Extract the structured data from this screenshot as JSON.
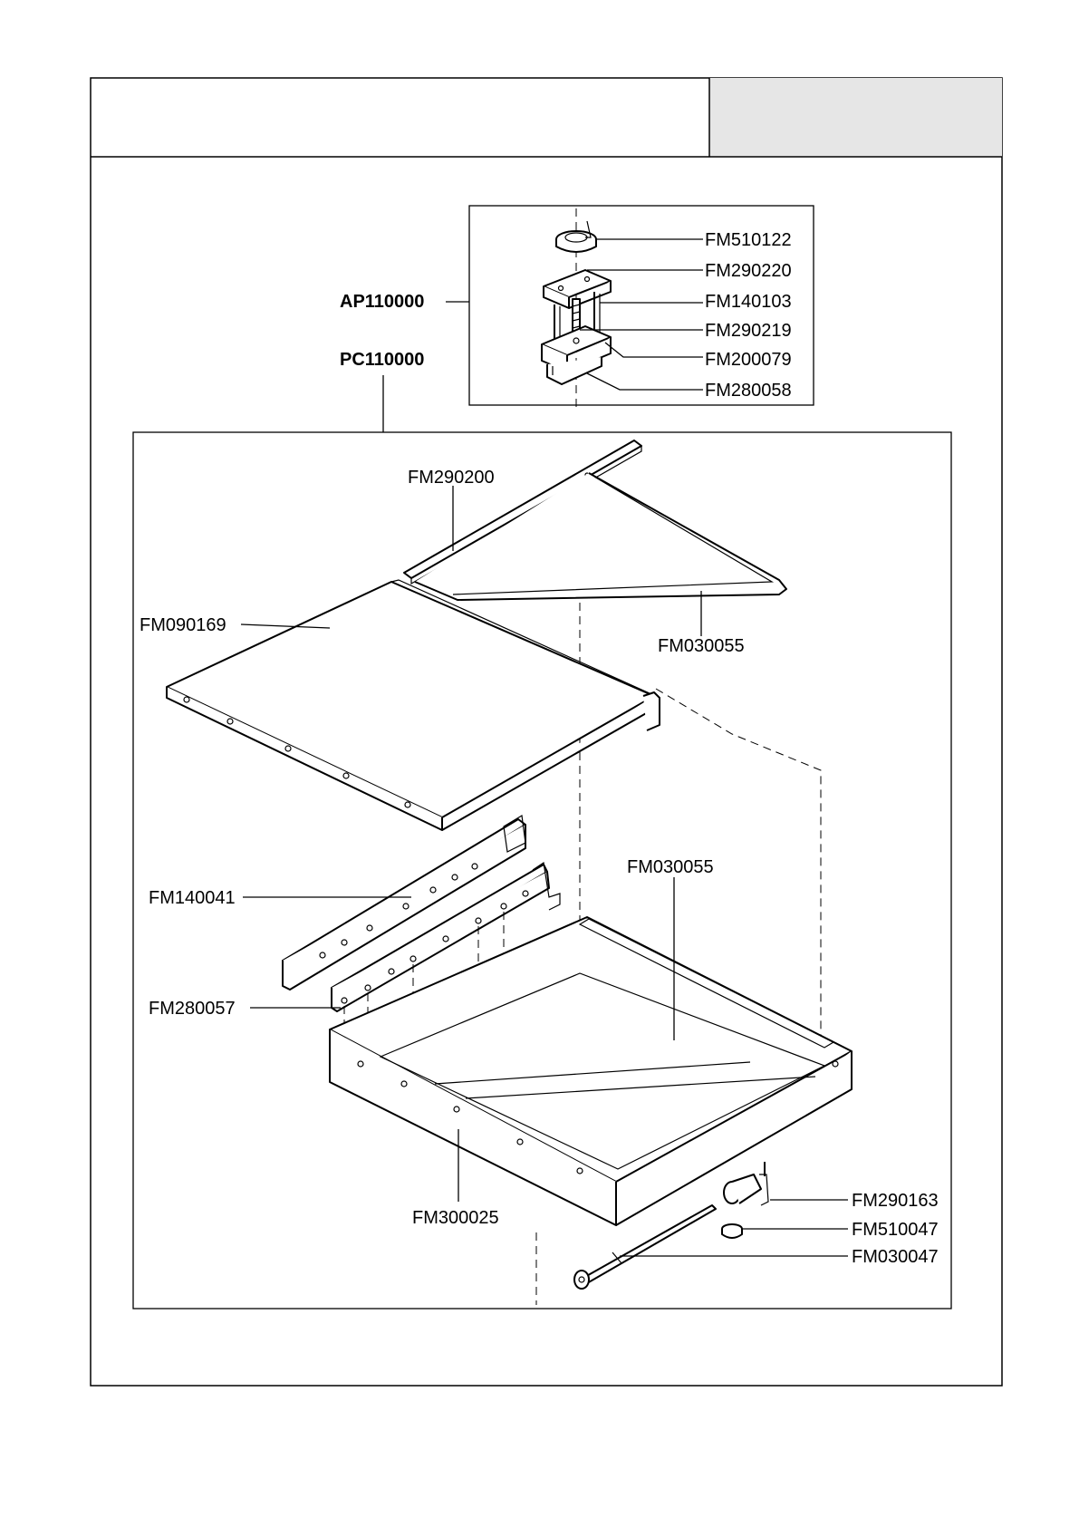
{
  "header": {
    "title": "",
    "right_panel": ""
  },
  "assemblies": {
    "ap": "AP110000",
    "pc": "PC110000"
  },
  "detail_labels": {
    "fm510122": "FM510122",
    "fm290220": "FM290220",
    "fm140103": "FM140103",
    "fm290219": "FM290219",
    "fm200079": "FM200079",
    "fm280058": "FM280058"
  },
  "main_labels": {
    "fm290200": "FM290200",
    "fm090169": "FM090169",
    "fm030055_top": "FM030055",
    "fm140041": "FM140041",
    "fm030055_bottom": "FM030055",
    "fm280057": "FM280057",
    "fm300025": "FM300025",
    "fm290163": "FM290163",
    "fm510047": "FM510047",
    "fm030047": "FM030047"
  },
  "colors": {
    "header_panel": "#e6e6e6",
    "ink": "#000000"
  }
}
